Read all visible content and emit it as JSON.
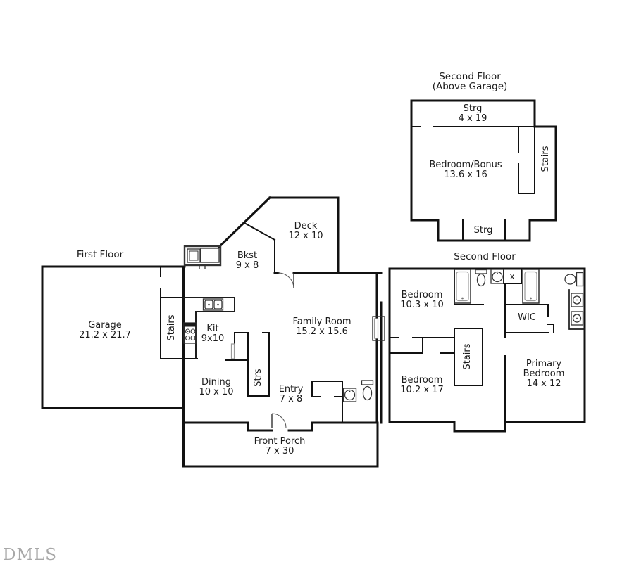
{
  "watermark": {
    "text": "DMLS"
  },
  "first_floor": {
    "title": "First Floor",
    "garage": {
      "name": "Garage",
      "dims": "21.2 x 21.7"
    },
    "stairs": {
      "name": "Stairs"
    },
    "kitchen": {
      "name": "Kit",
      "dims": "9x10"
    },
    "dining": {
      "name": "Dining",
      "dims": "10 x 10"
    },
    "breakfast": {
      "name": "Bkst",
      "dims": "9 x 8"
    },
    "deck": {
      "name": "Deck",
      "dims": "12 x 10"
    },
    "family_room": {
      "name": "Family Room",
      "dims": "15.2 x 15.6"
    },
    "entry": {
      "name": "Entry",
      "dims": "7 x 8"
    },
    "basement_stairs": {
      "name": "Strs"
    },
    "front_porch": {
      "name": "Front Porch",
      "dims": "7 x 30"
    }
  },
  "above_garage": {
    "title_line1": "Second Floor",
    "title_line2": "(Above Garage)",
    "storage_top": {
      "name": "Strg",
      "dims": "4 x 19"
    },
    "bedroom_bonus": {
      "name": "Bedroom/Bonus",
      "dims": "13.6 x 16"
    },
    "stairs": {
      "name": "Stairs"
    },
    "storage_bottom": {
      "name": "Strg"
    }
  },
  "second_floor": {
    "title": "Second Floor",
    "bedroom_1": {
      "name": "Bedroom",
      "dims": "10.3 x 10"
    },
    "closet": {
      "name": "x"
    },
    "wic": {
      "name": "WIC"
    },
    "bedroom_2": {
      "name": "Bedroom",
      "dims": "10.2 x 17"
    },
    "primary_bedroom": {
      "line1": "Primary",
      "line2": "Bedroom",
      "dims": "14 x 12"
    },
    "stairs": {
      "name": "Stairs"
    }
  },
  "colors": {
    "wall": "#111111",
    "background": "#ffffff",
    "fixture": "#333333",
    "watermark": "#a8a8a8"
  }
}
